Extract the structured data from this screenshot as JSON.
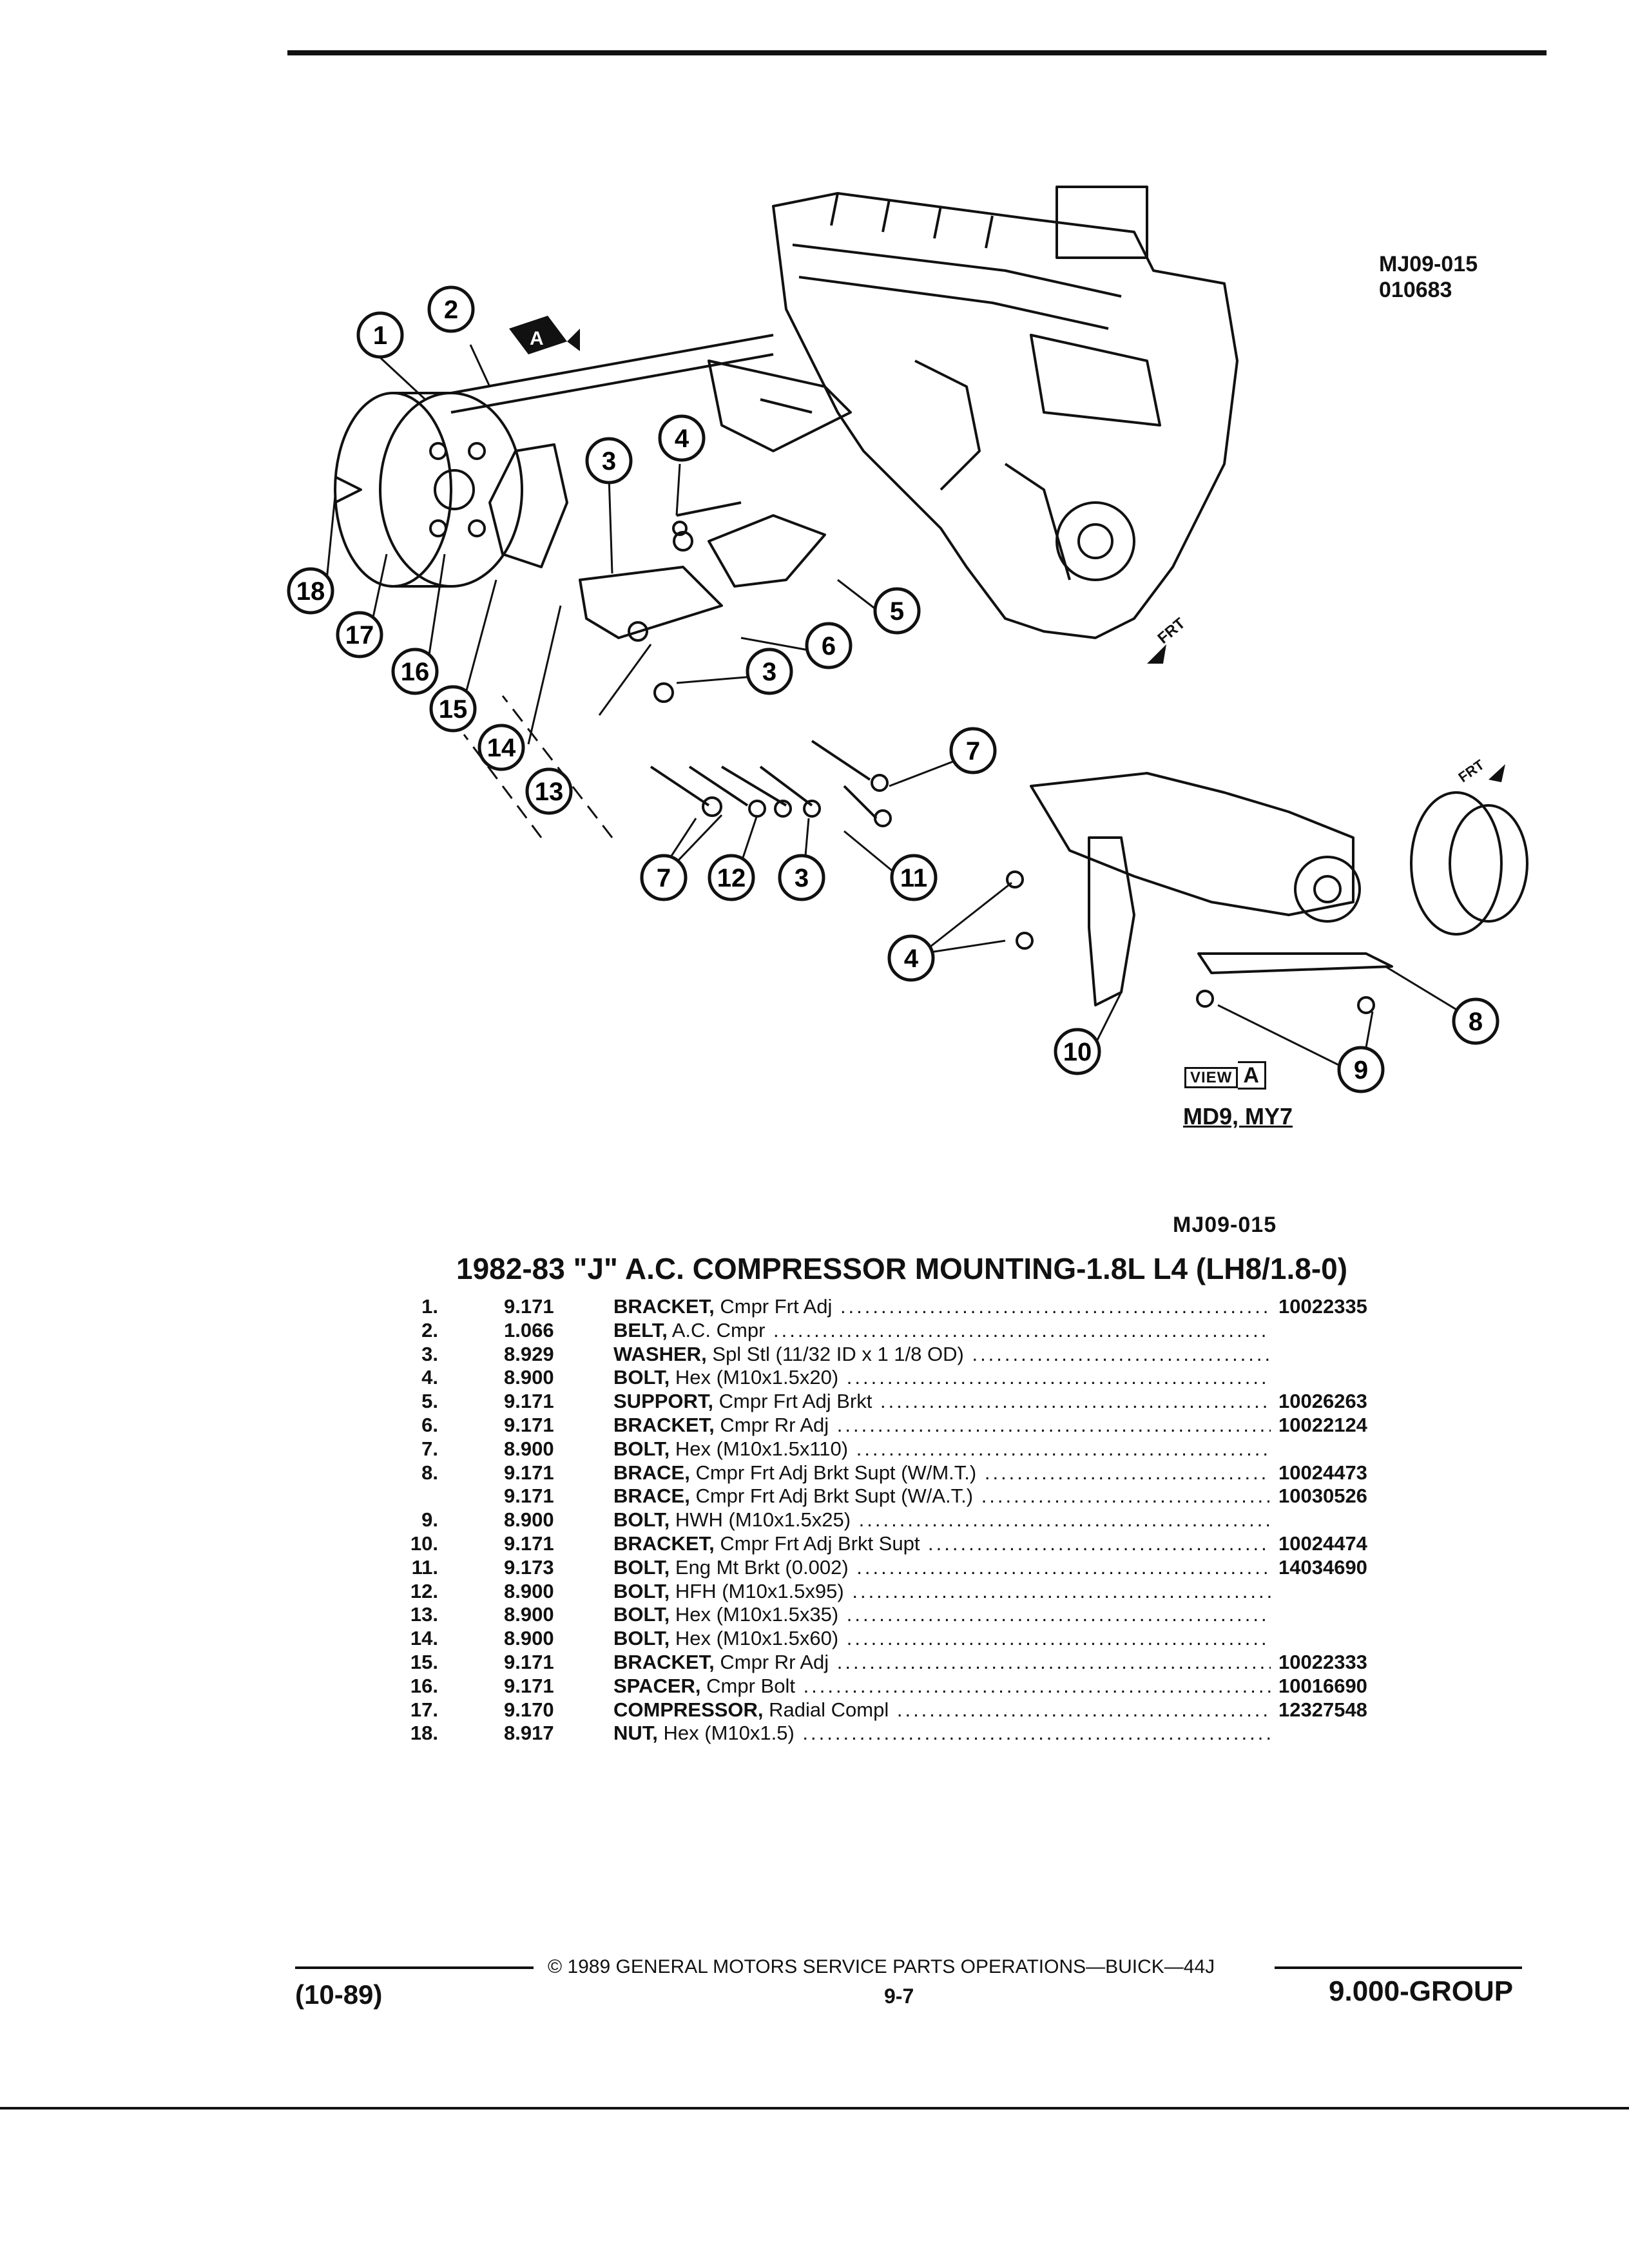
{
  "figure": {
    "code": "MJ09-015",
    "date_code": "010683",
    "reference": "MJ09-015",
    "view_word": "VIEW",
    "view_letter": "A",
    "view_note": "MD9, MY7",
    "frt_label": "FRT",
    "callouts": [
      "1",
      "2",
      "3",
      "4",
      "5",
      "6",
      "7",
      "8",
      "9",
      "10",
      "11",
      "12",
      "13",
      "14",
      "15",
      "16",
      "17",
      "18"
    ]
  },
  "title": "1982-83 \"J\" A.C. COMPRESSOR MOUNTING-1.8L L4 (LH8/1.8-0)",
  "parts": [
    {
      "no": "1.",
      "group": "9.171",
      "name": "BRACKET,",
      "desc": "Cmpr Frt Adj",
      "part": "10022335"
    },
    {
      "no": "2.",
      "group": "1.066",
      "name": "BELT,",
      "desc": "A.C. Cmpr",
      "part": ""
    },
    {
      "no": "3.",
      "group": "8.929",
      "name": "WASHER,",
      "desc": "Spl Stl (11/32 ID x 1 1/8 OD)",
      "part": ""
    },
    {
      "no": "4.",
      "group": "8.900",
      "name": "BOLT,",
      "desc": "Hex (M10x1.5x20)",
      "part": ""
    },
    {
      "no": "5.",
      "group": "9.171",
      "name": "SUPPORT,",
      "desc": "Cmpr Frt Adj Brkt",
      "part": "10026263"
    },
    {
      "no": "6.",
      "group": "9.171",
      "name": "BRACKET,",
      "desc": "Cmpr Rr Adj",
      "part": "10022124"
    },
    {
      "no": "7.",
      "group": "8.900",
      "name": "BOLT,",
      "desc": "Hex (M10x1.5x110)",
      "part": ""
    },
    {
      "no": "8.",
      "group": "9.171",
      "name": "BRACE,",
      "desc": "Cmpr Frt Adj Brkt Supt (W/M.T.)",
      "part": "10024473"
    },
    {
      "no": "",
      "group": "9.171",
      "name": "BRACE,",
      "desc": "Cmpr Frt Adj Brkt Supt (W/A.T.)",
      "part": "10030526"
    },
    {
      "no": "9.",
      "group": "8.900",
      "name": "BOLT,",
      "desc": "HWH (M10x1.5x25)",
      "part": ""
    },
    {
      "no": "10.",
      "group": "9.171",
      "name": "BRACKET,",
      "desc": "Cmpr Frt Adj Brkt Supt",
      "part": "10024474"
    },
    {
      "no": "11.",
      "group": "9.173",
      "name": "BOLT,",
      "desc": "Eng Mt Brkt (0.002)",
      "part": "14034690"
    },
    {
      "no": "12.",
      "group": "8.900",
      "name": "BOLT,",
      "desc": "HFH (M10x1.5x95)",
      "part": ""
    },
    {
      "no": "13.",
      "group": "8.900",
      "name": "BOLT,",
      "desc": "Hex (M10x1.5x35)",
      "part": ""
    },
    {
      "no": "14.",
      "group": "8.900",
      "name": "BOLT,",
      "desc": "Hex (M10x1.5x60)",
      "part": ""
    },
    {
      "no": "15.",
      "group": "9.171",
      "name": "BRACKET,",
      "desc": "Cmpr Rr Adj",
      "part": "10022333"
    },
    {
      "no": "16.",
      "group": "9.171",
      "name": "SPACER,",
      "desc": "Cmpr Bolt",
      "part": "10016690"
    },
    {
      "no": "17.",
      "group": "9.170",
      "name": "COMPRESSOR,",
      "desc": "Radial Compl",
      "part": "12327548"
    },
    {
      "no": "18.",
      "group": "8.917",
      "name": "NUT,",
      "desc": "Hex (M10x1.5)",
      "part": ""
    }
  ],
  "footer": {
    "copyright": "© 1989 GENERAL MOTORS SERVICE PARTS OPERATIONS—BUICK—44J",
    "date": "(10-89)",
    "page": "9-7",
    "group": "9.000-GROUP"
  }
}
